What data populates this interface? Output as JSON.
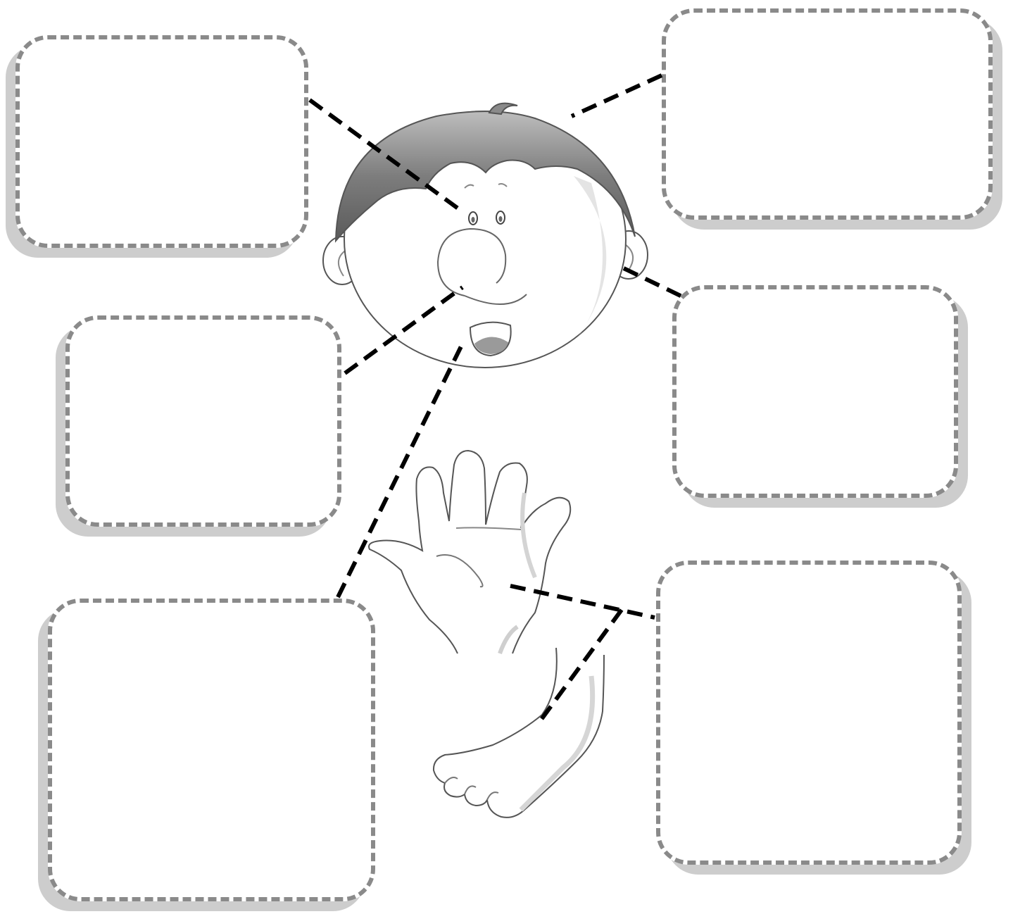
{
  "worksheet": {
    "label_boxes": [
      {
        "id": "box-1",
        "text": ""
      },
      {
        "id": "box-2",
        "text": ""
      },
      {
        "id": "box-3",
        "text": ""
      },
      {
        "id": "box-4",
        "text": ""
      },
      {
        "id": "box-5",
        "text": ""
      },
      {
        "id": "box-6",
        "text": ""
      }
    ],
    "pictures": [
      "boy-face",
      "hand",
      "foot"
    ],
    "pointer_lines": [
      "eyes",
      "hair",
      "nose",
      "ear",
      "mouth",
      "hand",
      "foot"
    ],
    "colors": {
      "box_border": "#8a8a8a",
      "box_shadow": "#cdcdcd",
      "pointer_line": "#000000",
      "hair": "#6e6e6e",
      "outline": "#555555"
    }
  }
}
